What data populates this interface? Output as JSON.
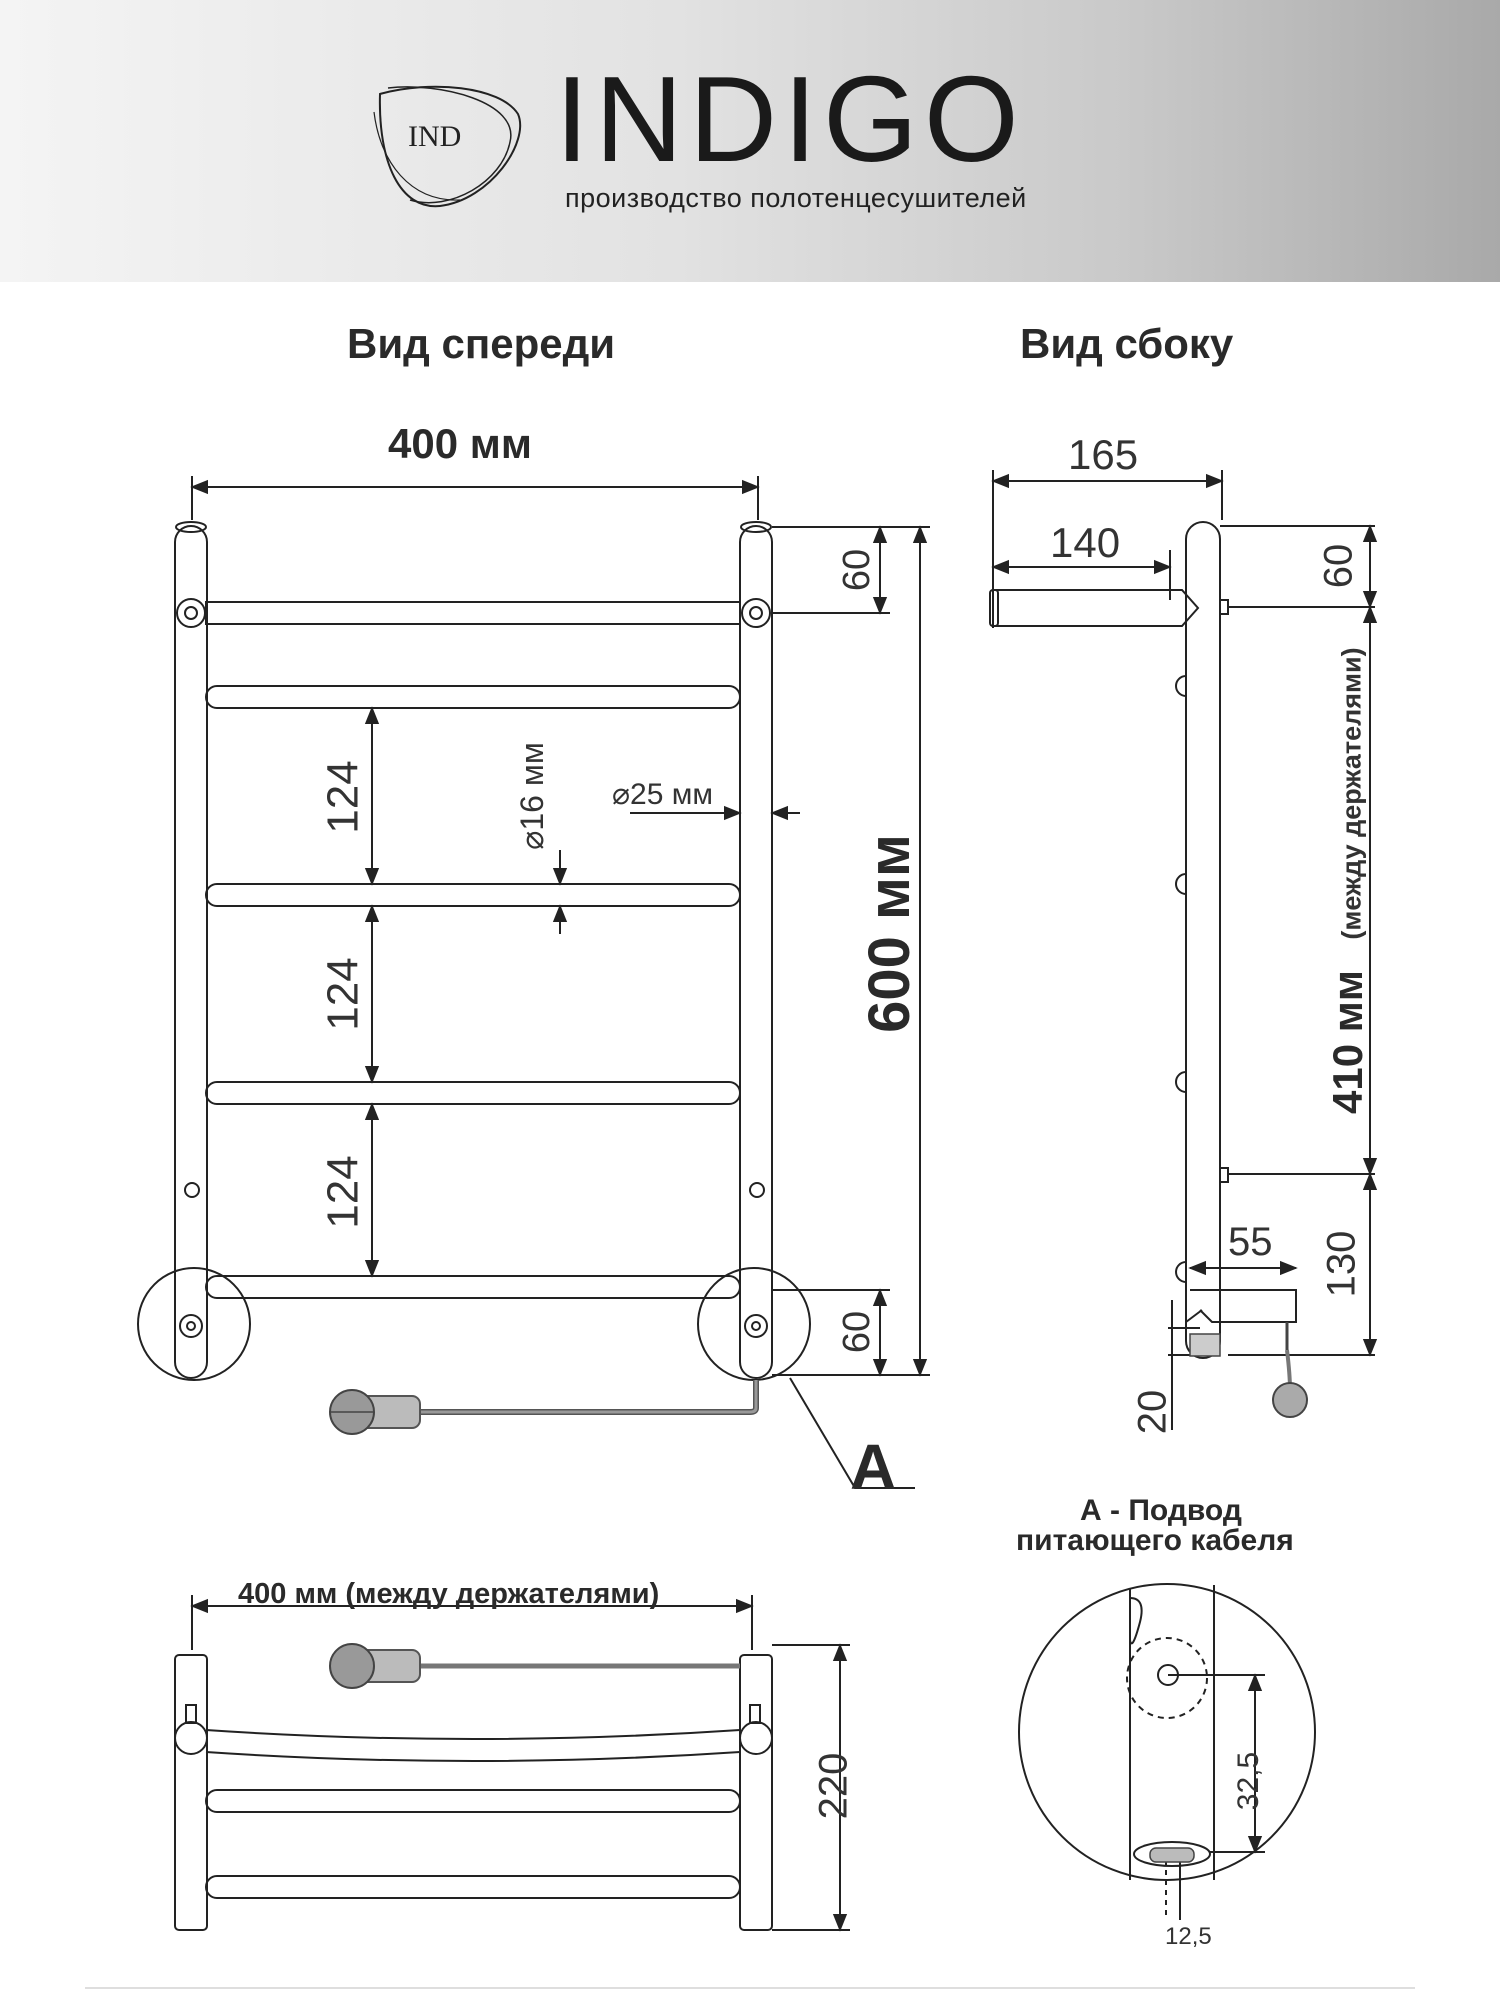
{
  "header": {
    "brand": "INDIGO",
    "tagline": "производство полотенцесушителей",
    "logo_text": "IND"
  },
  "front_view": {
    "title": "Вид спереди",
    "width": "400 мм",
    "height": "600 мм",
    "spacing_1": "124",
    "spacing_2": "124",
    "spacing_3": "124",
    "top_offset": "60",
    "bottom_offset": "60",
    "bar_diameter": "⌀16 мм",
    "pipe_diameter": "⌀25 мм",
    "detail_marker": "A"
  },
  "side_view": {
    "title": "Вид сбоку",
    "depth_total": "165",
    "depth_holder": "140",
    "top_offset": "60",
    "holder_spacing": "410 мм",
    "holder_spacing_note": "(между держателями)",
    "bottom_offset": "130",
    "cable_offset": "55",
    "bottom_gap": "20"
  },
  "top_view": {
    "width_label": "400 мм (между держателями)",
    "depth": "220"
  },
  "detail": {
    "title_line1": "А - Подвод",
    "title_line2": "питающего кабеля",
    "height": "32,5",
    "width": "12,5"
  }
}
